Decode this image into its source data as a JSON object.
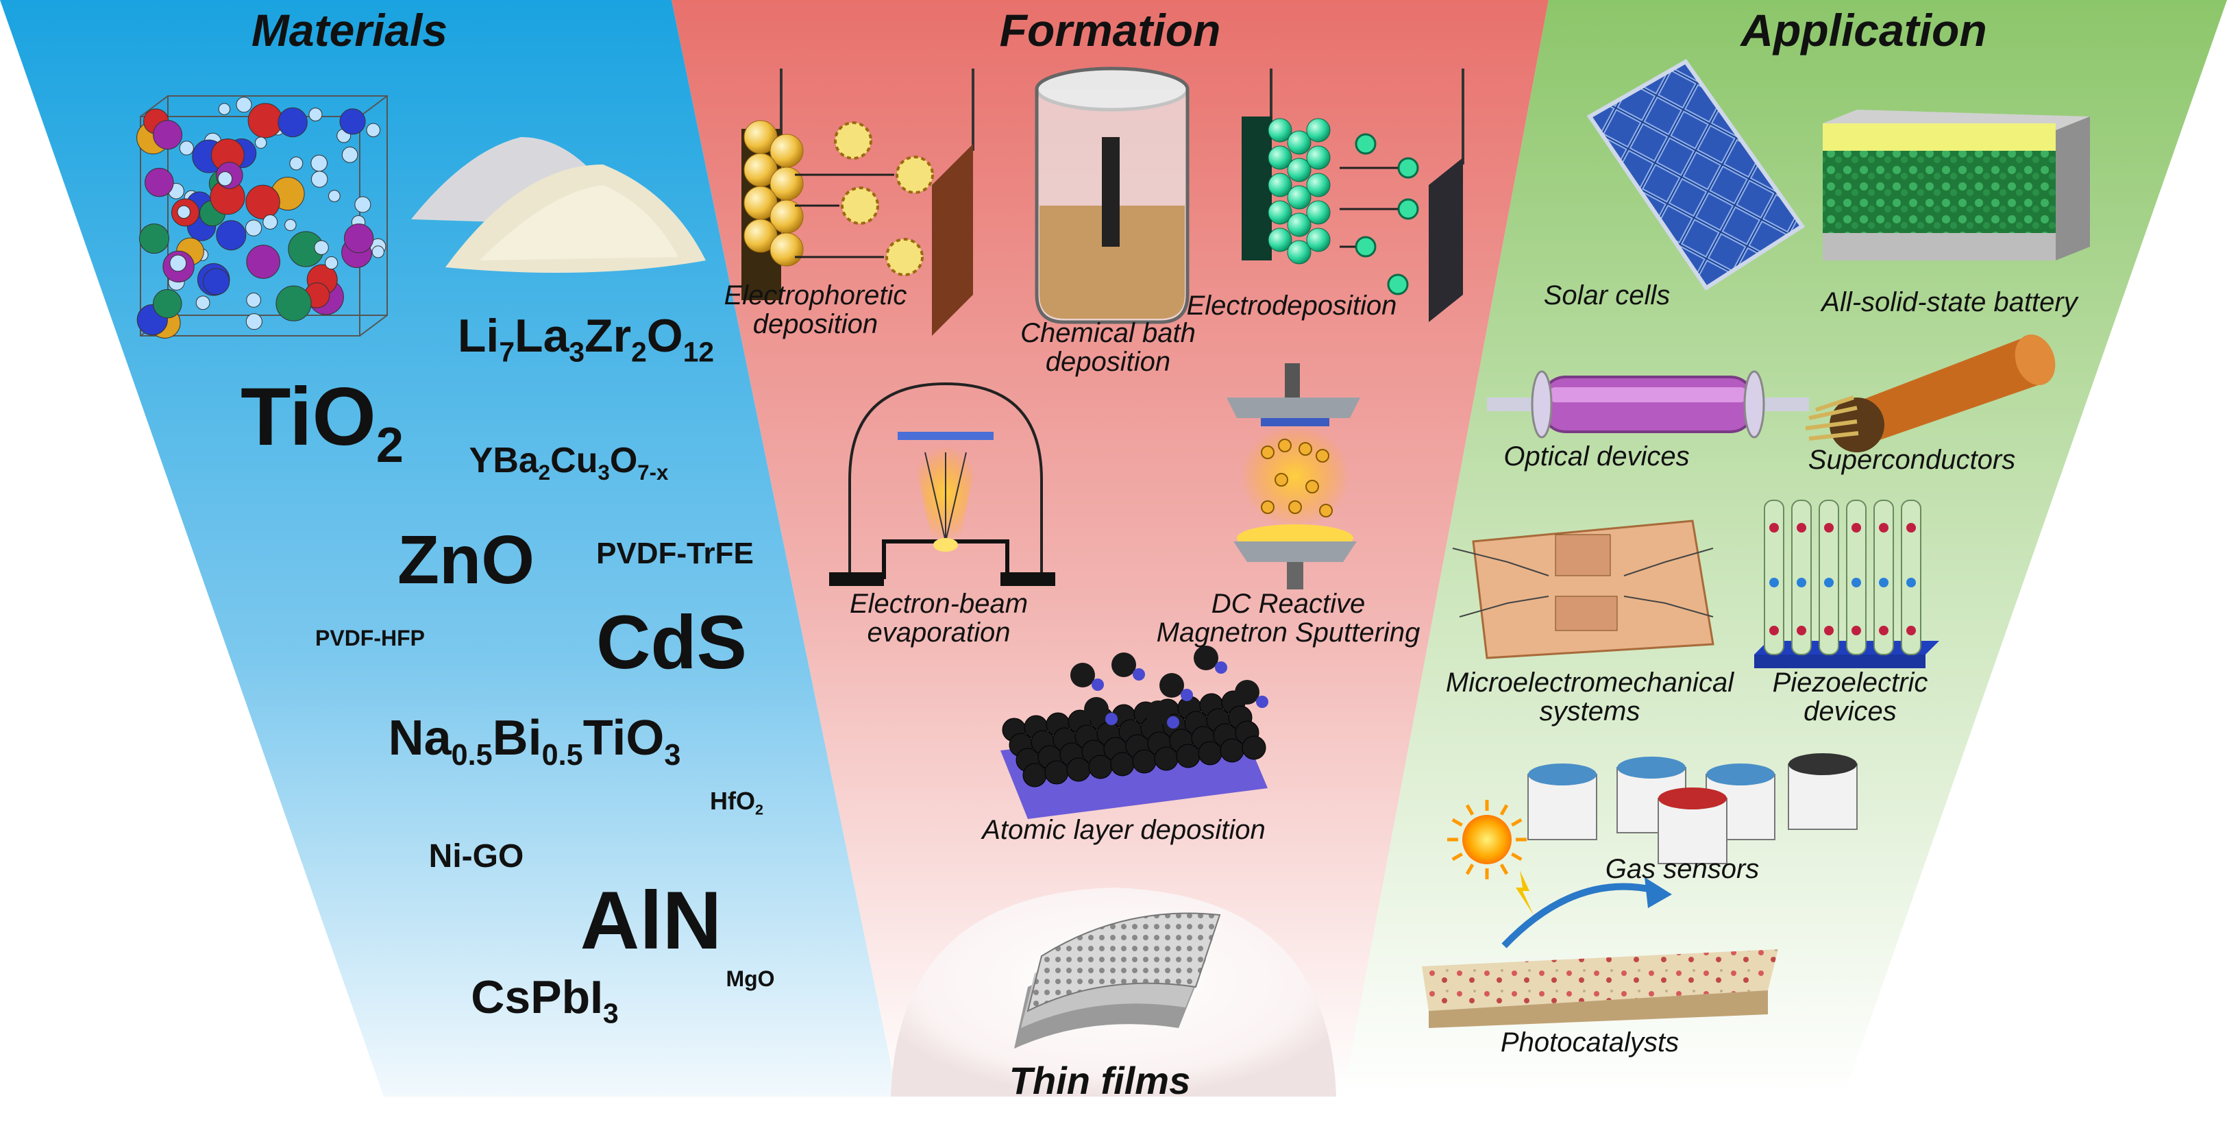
{
  "headings": {
    "materials": "Materials",
    "formation": "Formation",
    "application": "Application"
  },
  "materials": {
    "li7la3zr2o12": {
      "parts": [
        "Li",
        "7",
        "La",
        "3",
        "Zr",
        "2",
        "O",
        "12"
      ]
    },
    "tio2": {
      "parts": [
        "TiO",
        "2"
      ]
    },
    "ybco": {
      "parts": [
        "YBa",
        "2",
        "Cu",
        "3",
        "O",
        "7-x"
      ]
    },
    "zno": "ZnO",
    "pvdf_trfe": "PVDF-TrFE",
    "pvdf_hfp": "PVDF-HFP",
    "cds": "CdS",
    "nbt": {
      "parts": [
        "Na",
        "0.5",
        "Bi",
        "0.5",
        "TiO",
        "3"
      ]
    },
    "hfo2": {
      "parts": [
        "HfO",
        "2"
      ]
    },
    "nigo": "Ni-GO",
    "aln": "AlN",
    "mgo": "MgO",
    "cspbi3": {
      "parts": [
        "CsPbI",
        "3"
      ]
    }
  },
  "formation": {
    "electrophoretic": [
      "Electrophoretic",
      "deposition"
    ],
    "chemical_bath": [
      "Chemical bath",
      "deposition"
    ],
    "electrodeposition": "Electrodeposition",
    "ebeam": [
      "Electron-beam",
      "evaporation"
    ],
    "dc_sputter": [
      "DC Reactive",
      "Magnetron Sputtering"
    ],
    "ald": "Atomic layer deposition"
  },
  "application": {
    "solar": "Solar cells",
    "battery": "All-solid-state battery",
    "optical": "Optical devices",
    "superconductors": "Superconductors",
    "mems": [
      "Microelectromechanical",
      "systems"
    ],
    "piezo": [
      "Piezoelectric",
      "devices"
    ],
    "gas": "Gas sensors",
    "photocat": "Photocatalysts"
  },
  "center": {
    "thin_films": "Thin films"
  },
  "colors": {
    "materials_top": "#1aa3e0",
    "materials_bottom": "#f2f9fd",
    "formation_top": "#e8716c",
    "formation_bottom": "#ffffff",
    "application_top": "#8cc66a",
    "application_bottom": "#ffffff"
  }
}
